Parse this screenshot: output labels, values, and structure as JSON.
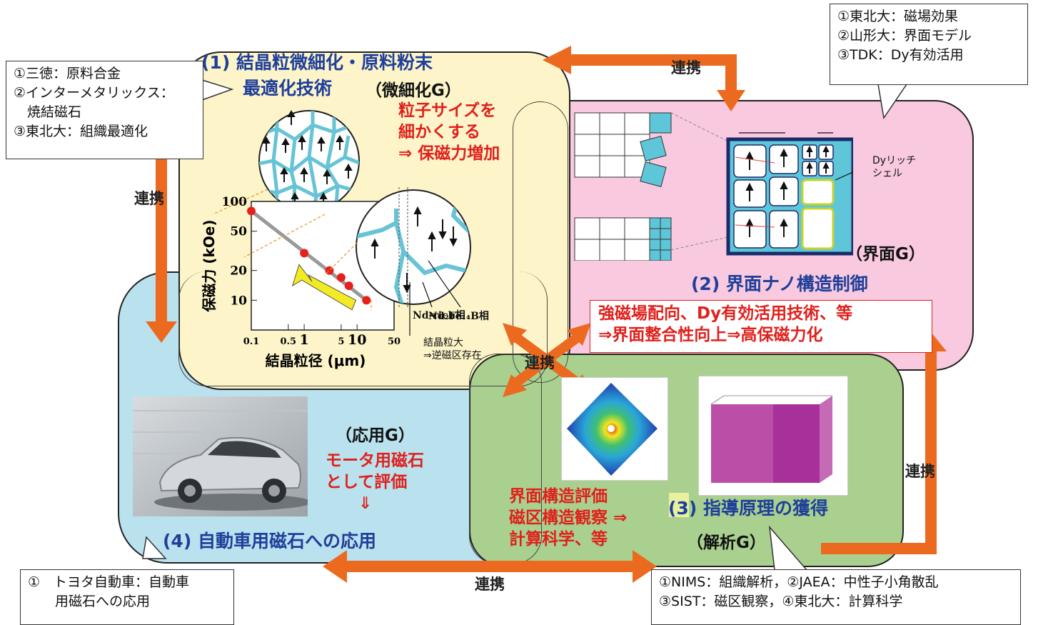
{
  "callouts": {
    "top_left": "①三徳：原料合金\n②インターメタリックス：\n　焼結磁石\n③東北大：組織最適化",
    "top_right": "①東北大：磁場効果\n②山形大：界面モデル\n③TDK：Dy有効活用",
    "bottom_left": "①　トヨタ自動車：自動車\n　　用磁石への応用",
    "bottom_right": "①NIMS：組織解析，②JAEA：中性子小角散乱\n③SIST：磁区観察，④東北大：計算科学"
  },
  "group1": {
    "title_line1": "(1) 結晶粒微細化・原料粉末",
    "title_line2": "最適化技術",
    "group_label": "（微細化G）",
    "red_text": "粒子サイズを\n細かくする\n⇒ 保磁力増加"
  },
  "group2": {
    "title": "(2) 界面ナノ構造制御",
    "group_label": "（界面G）",
    "red_text": "強磁場配向、Dy有効活用技術、等\n⇒界面整合性向上⇒高保磁力化",
    "dy_label": "Dyリッチ\nシェル"
  },
  "group3": {
    "title": "(3) 指導原理の獲得",
    "group_label": "（解析G）",
    "red_text": "界面構造評価\n磁区構造観察 ⇒\n計算科学、等"
  },
  "group4": {
    "title": "(4) 自動車用磁石への応用",
    "group_label": "（応用G）",
    "red_text": "モータ用磁石\nとして評価\n　　⇓"
  },
  "renkei": "連携",
  "chart_data": {
    "type": "scatter",
    "xlabel": "結晶粒径 (μm)",
    "ylabel": "保磁力 (kOe)",
    "xscale": "log",
    "yscale": "log",
    "xlim": [
      0.1,
      50
    ],
    "ylim": [
      5,
      100
    ],
    "xticks": [
      "0.1",
      "0.5",
      "1",
      "5",
      "10",
      "50"
    ],
    "yticks": [
      "100",
      "50",
      "20",
      "10"
    ],
    "x": [
      0.1,
      1,
      3,
      5,
      7,
      15
    ],
    "y": [
      80,
      30,
      20,
      17,
      14,
      10
    ],
    "annotations": {
      "phase_main": "Nd₂Fe₁₄B相",
      "phase_rich": "Nd-rich相",
      "grain_note": "結晶粒大\n⇒逆磁区存在"
    }
  },
  "colors": {
    "yellow_bg": "#fdf5c9",
    "pink_bg": "#f8c9df",
    "blue_bg": "#b9e2ee",
    "green_bg": "#a9d08e",
    "arrow": "#ec6a1f",
    "grain_line": "#67c3d6"
  }
}
